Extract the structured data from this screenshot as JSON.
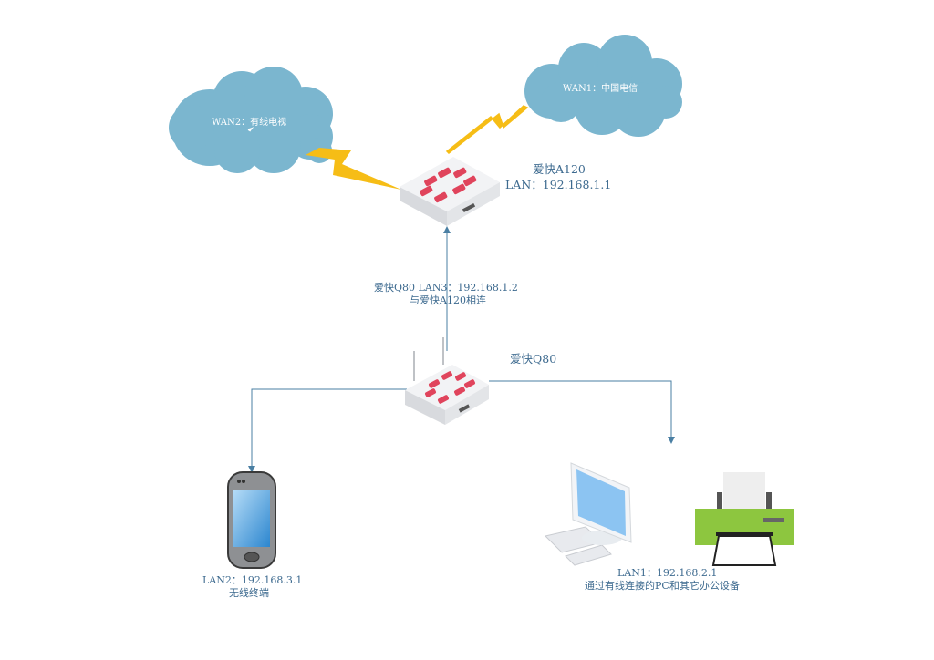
{
  "diagram": {
    "type": "network-topology",
    "clouds": [
      {
        "id": "wan2",
        "label": "WAN2：有线电视"
      },
      {
        "id": "wan1",
        "label": "WAN1：中国电信"
      }
    ],
    "devices": {
      "main_router": {
        "name": "爱快A120",
        "lan": "LAN：192.168.1.1"
      },
      "sub_router": {
        "name": "爱快Q80"
      },
      "phone": {
        "lan": "LAN2：192.168.3.1",
        "desc": "无线终端"
      },
      "office": {
        "lan": "LAN1：192.168.2.1",
        "desc": "通过有线连接的PC和其它办公设备"
      }
    },
    "link_label": {
      "line1": "爱快Q80 LAN3：192.168.1.2",
      "line2": "与爱快A120相连"
    },
    "colors": {
      "cloud": "#7bb6cf",
      "lightning": "#f6bd16",
      "line": "#4a7fa3",
      "text": "#3d6a8f",
      "logo_red": "#e0445c",
      "device_gray": "#e6e7ea",
      "lan_group_fill": "#bcdcf2",
      "printer_green": "#8dc63f"
    }
  }
}
